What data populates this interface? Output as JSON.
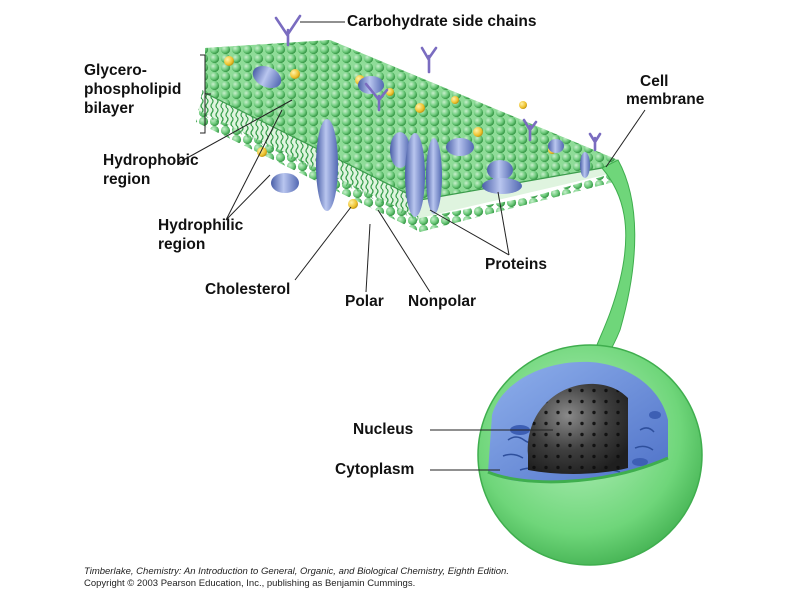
{
  "labels": {
    "carbohydrate": "Carbohydrate side chains",
    "glycero_line1": "Glycero-",
    "glycero_line2": "phospholipid",
    "glycero_line3": "bilayer",
    "hydrophobic_line1": "Hydrophobic",
    "hydrophobic_line2": "region",
    "hydrophilic_line1": "Hydrophilic",
    "hydrophilic_line2": "region",
    "cholesterol": "Cholesterol",
    "polar": "Polar",
    "nonpolar": "Nonpolar",
    "proteins": "Proteins",
    "cell_line1": "Cell",
    "cell_line2": "membrane",
    "nucleus": "Nucleus",
    "cytoplasm": "Cytoplasm"
  },
  "credit": {
    "line1": "Timberlake, Chemistry: An Introduction to General, Organic, and Biological Chemistry, Eighth Edition.",
    "line2": "Copyright © 2003 Pearson Education, Inc., publishing as Benjamin Cummings."
  },
  "colors": {
    "membrane_green": "#5cc06a",
    "head_green": "#7fd58b",
    "tail_green": "#2f9a44",
    "cholesterol_yellow": "#f2c832",
    "protein_blue": "#6f86c8",
    "carbohydrate_purple": "#7a6cc0",
    "cytoplasm_blue": "#6a8fd8",
    "nucleus_dark": "#3a3a3a",
    "cell_green": "#6fd67a"
  }
}
